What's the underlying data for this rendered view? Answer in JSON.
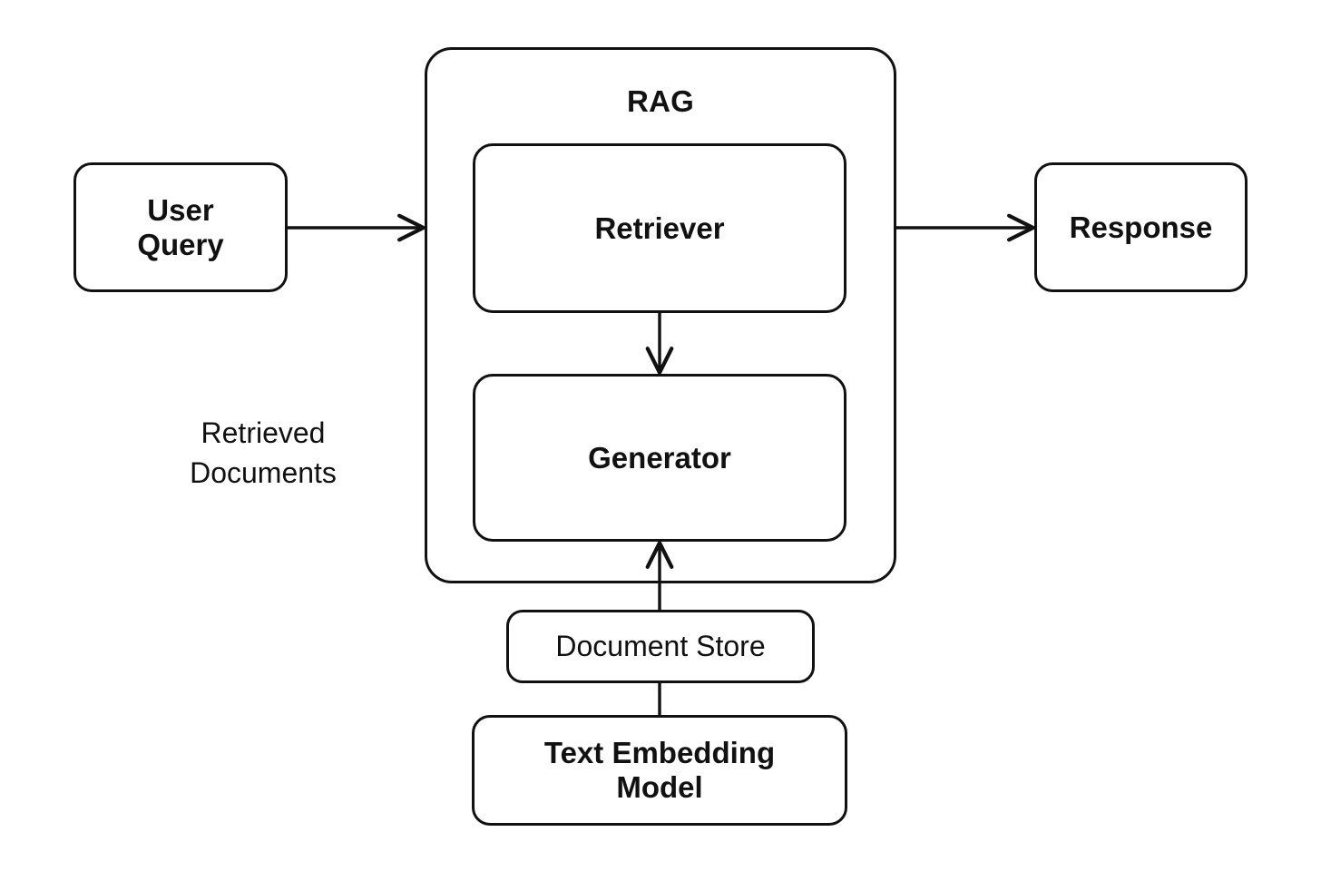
{
  "diagram": {
    "title": "RAG",
    "background_color": "#ffffff",
    "stroke_color": "#111111",
    "text_color": "#111111",
    "group": {
      "label": "RAG"
    },
    "nodes": [
      {
        "id": "user-query",
        "label": "User\nQuery"
      },
      {
        "id": "retriever",
        "label": "Retriever"
      },
      {
        "id": "generator",
        "label": "Generator"
      },
      {
        "id": "response",
        "label": "Response"
      },
      {
        "id": "document-store",
        "label": "Document Store"
      },
      {
        "id": "text-embedding-model",
        "label": "Text Embedding\nModel"
      }
    ],
    "captions": [
      {
        "id": "retrieved-documents",
        "label": "Retrieved\nDocuments"
      }
    ],
    "edges": [
      {
        "id": "user-query-to-rag",
        "from": "user-query",
        "to": "rag-group",
        "arrow": "end",
        "direction": "right"
      },
      {
        "id": "rag-to-response",
        "from": "rag-group",
        "to": "response",
        "arrow": "end",
        "direction": "right"
      },
      {
        "id": "retriever-to-generator",
        "from": "retriever",
        "to": "generator",
        "arrow": "end",
        "direction": "down"
      },
      {
        "id": "document-store-to-generator",
        "from": "document-store",
        "to": "generator",
        "arrow": "end",
        "direction": "up"
      },
      {
        "id": "text-embedding-to-document-store",
        "from": "text-embedding-model",
        "to": "document-store",
        "arrow": "none",
        "direction": "up"
      }
    ]
  }
}
